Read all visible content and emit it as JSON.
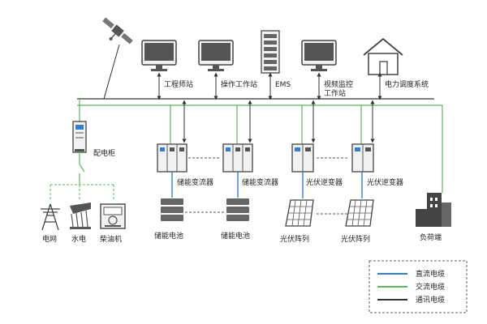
{
  "colors": {
    "dc_cable": "#2f7fd6",
    "ac_cable": "#5cb85c",
    "comm_cable": "#333333",
    "device_fill": "#f2f2f2",
    "device_stroke": "#555555"
  },
  "icons": {
    "satellite": "satellite-icon",
    "monitor": "monitor-icon",
    "ems_rack": "server-rack-icon",
    "house": "house-icon",
    "cabinet": "cabinet-icon",
    "tower": "power-tower-icon",
    "hydro": "hydro-icon",
    "generator": "generator-icon",
    "converter": "converter-cabinet-icon",
    "battery": "battery-rack-icon",
    "solar": "solar-panel-icon",
    "buildings": "buildings-icon"
  },
  "top": {
    "engineer_station": "工程师站",
    "operator_station": "操作工作站",
    "ems": "EMS",
    "video_monitor": [
      "视频监控",
      "工作站"
    ],
    "dispatch": "电力调度系统"
  },
  "left": {
    "distribution_cabinet": "配电柜",
    "grid": "电网",
    "hydro": "水电",
    "diesel": "柴油机"
  },
  "middle": {
    "pcs_1": "储能变流器",
    "pcs_2": "储能变流器",
    "pv_inv_1": "光伏逆变器",
    "pv_inv_2": "光伏逆变器",
    "battery_1": "储能电池",
    "battery_2": "储能电池",
    "pv_array_1": "光伏阵列",
    "pv_array_2": "光伏阵列",
    "load": "负荷端"
  },
  "legend": {
    "dc": "直流电缆",
    "ac": "交流电缆",
    "comm": "通讯电缆"
  }
}
